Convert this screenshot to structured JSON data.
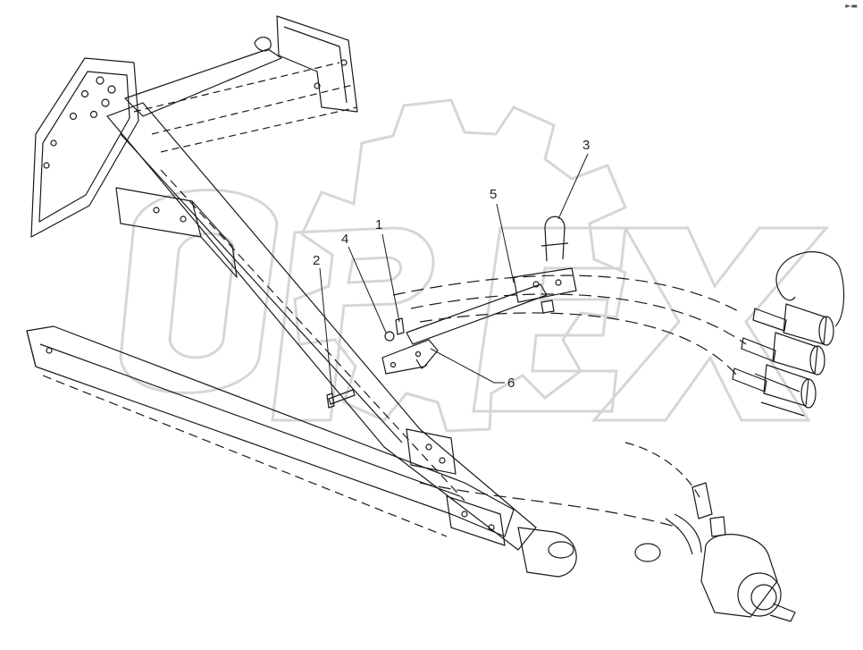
{
  "diagram": {
    "watermark_text": "OPEX",
    "callouts": [
      {
        "id": "1",
        "label": "1"
      },
      {
        "id": "2",
        "label": "2"
      },
      {
        "id": "3",
        "label": "3"
      },
      {
        "id": "4",
        "label": "4"
      },
      {
        "id": "5",
        "label": "5"
      },
      {
        "id": "6",
        "label": "6"
      }
    ],
    "colors": {
      "line": "#1a1a1a",
      "watermark": "#d8d8d8",
      "background": "#ffffff"
    }
  }
}
